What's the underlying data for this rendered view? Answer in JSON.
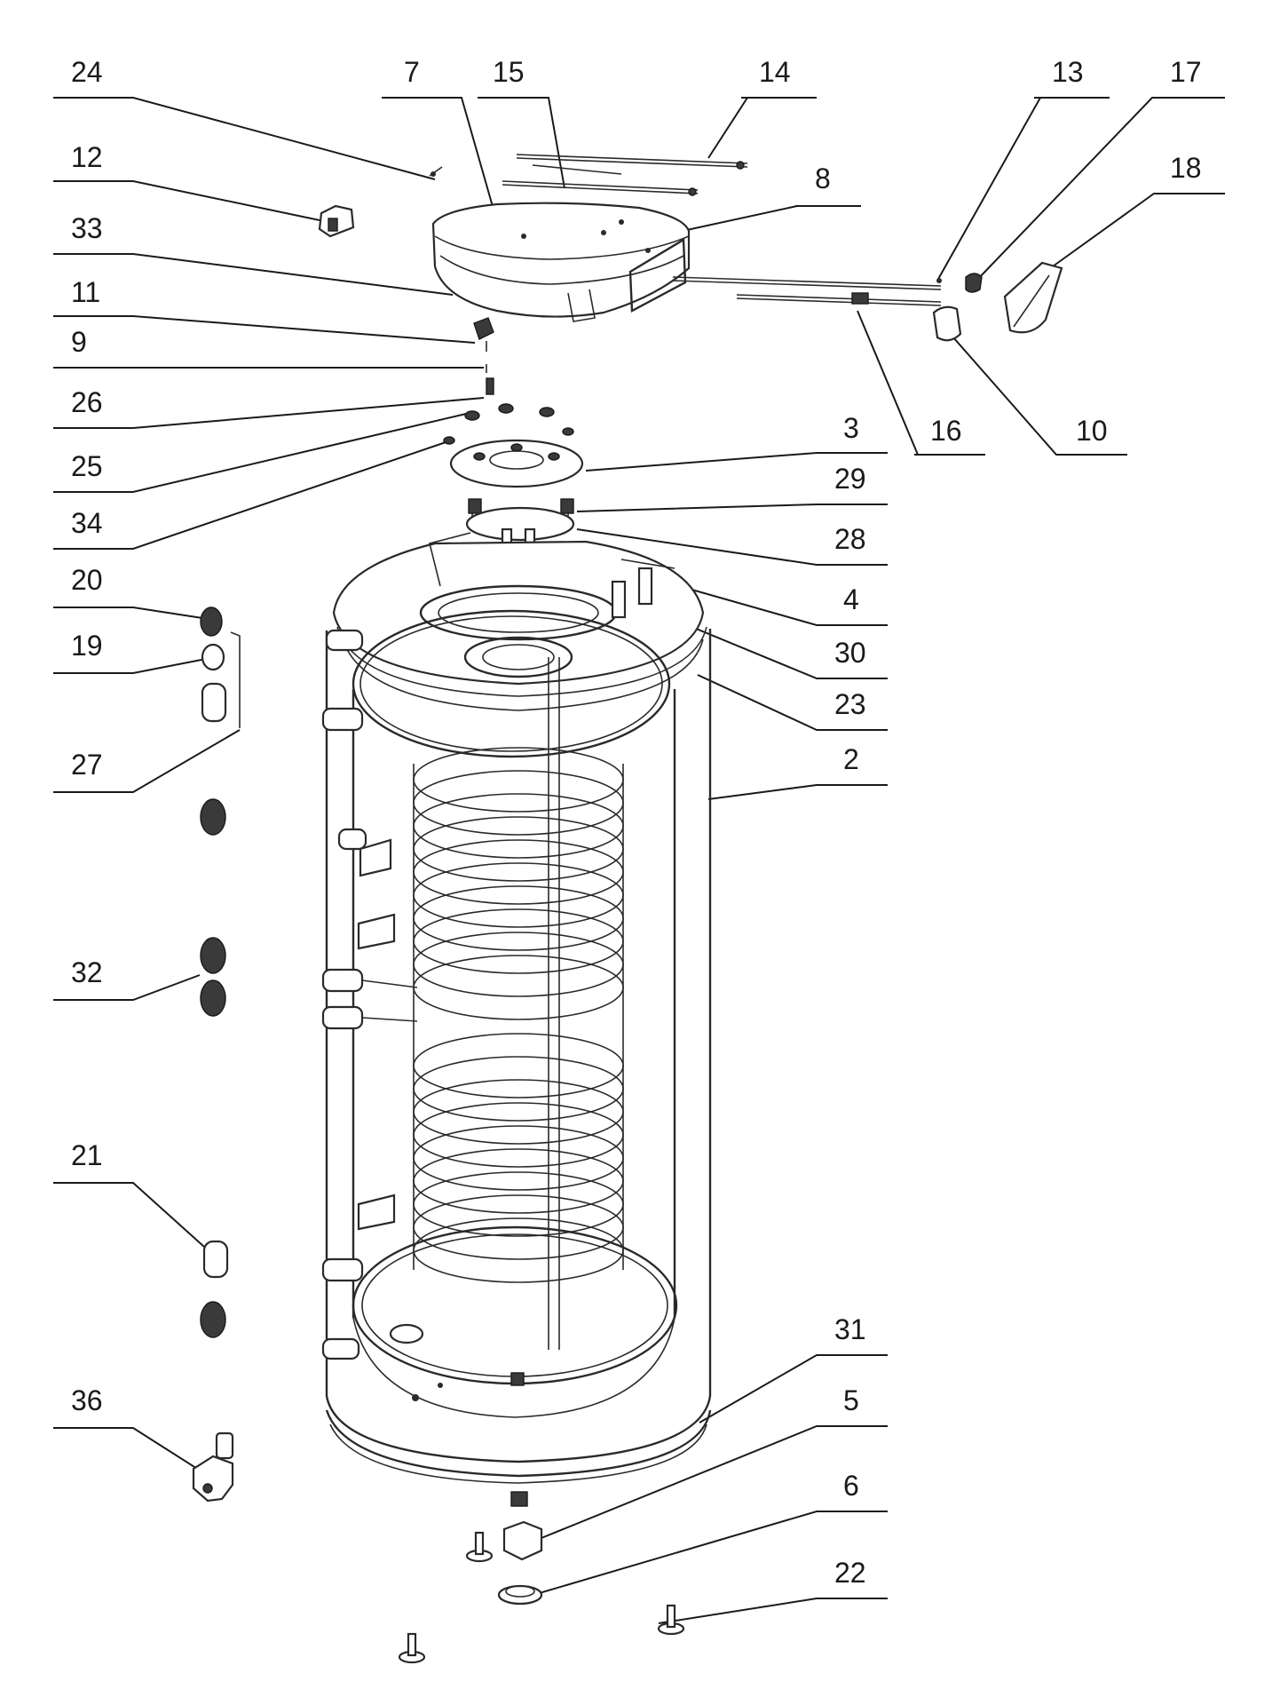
{
  "diagram": {
    "callouts": [
      {
        "id": "label-24",
        "text": "24"
      },
      {
        "id": "label-7",
        "text": "7"
      },
      {
        "id": "label-15",
        "text": "15"
      },
      {
        "id": "label-14",
        "text": "14"
      },
      {
        "id": "label-13",
        "text": "13"
      },
      {
        "id": "label-17",
        "text": "17"
      },
      {
        "id": "label-18",
        "text": "18"
      },
      {
        "id": "label-12",
        "text": "12"
      },
      {
        "id": "label-8",
        "text": "8"
      },
      {
        "id": "label-33",
        "text": "33"
      },
      {
        "id": "label-11",
        "text": "11"
      },
      {
        "id": "label-9",
        "text": "9"
      },
      {
        "id": "label-26",
        "text": "26"
      },
      {
        "id": "label-25",
        "text": "25"
      },
      {
        "id": "label-34",
        "text": "34"
      },
      {
        "id": "label-16",
        "text": "16"
      },
      {
        "id": "label-10",
        "text": "10"
      },
      {
        "id": "label-3",
        "text": "3"
      },
      {
        "id": "label-29",
        "text": "29"
      },
      {
        "id": "label-28",
        "text": "28"
      },
      {
        "id": "label-4",
        "text": "4"
      },
      {
        "id": "label-30",
        "text": "30"
      },
      {
        "id": "label-23",
        "text": "23"
      },
      {
        "id": "label-20",
        "text": "20"
      },
      {
        "id": "label-19",
        "text": "19"
      },
      {
        "id": "label-27",
        "text": "27"
      },
      {
        "id": "label-2",
        "text": "2"
      },
      {
        "id": "label-32",
        "text": "32"
      },
      {
        "id": "label-21",
        "text": "21"
      },
      {
        "id": "label-31",
        "text": "31"
      },
      {
        "id": "label-5",
        "text": "5"
      },
      {
        "id": "label-36",
        "text": "36"
      },
      {
        "id": "label-6",
        "text": "6"
      },
      {
        "id": "label-22",
        "text": "22"
      }
    ]
  }
}
